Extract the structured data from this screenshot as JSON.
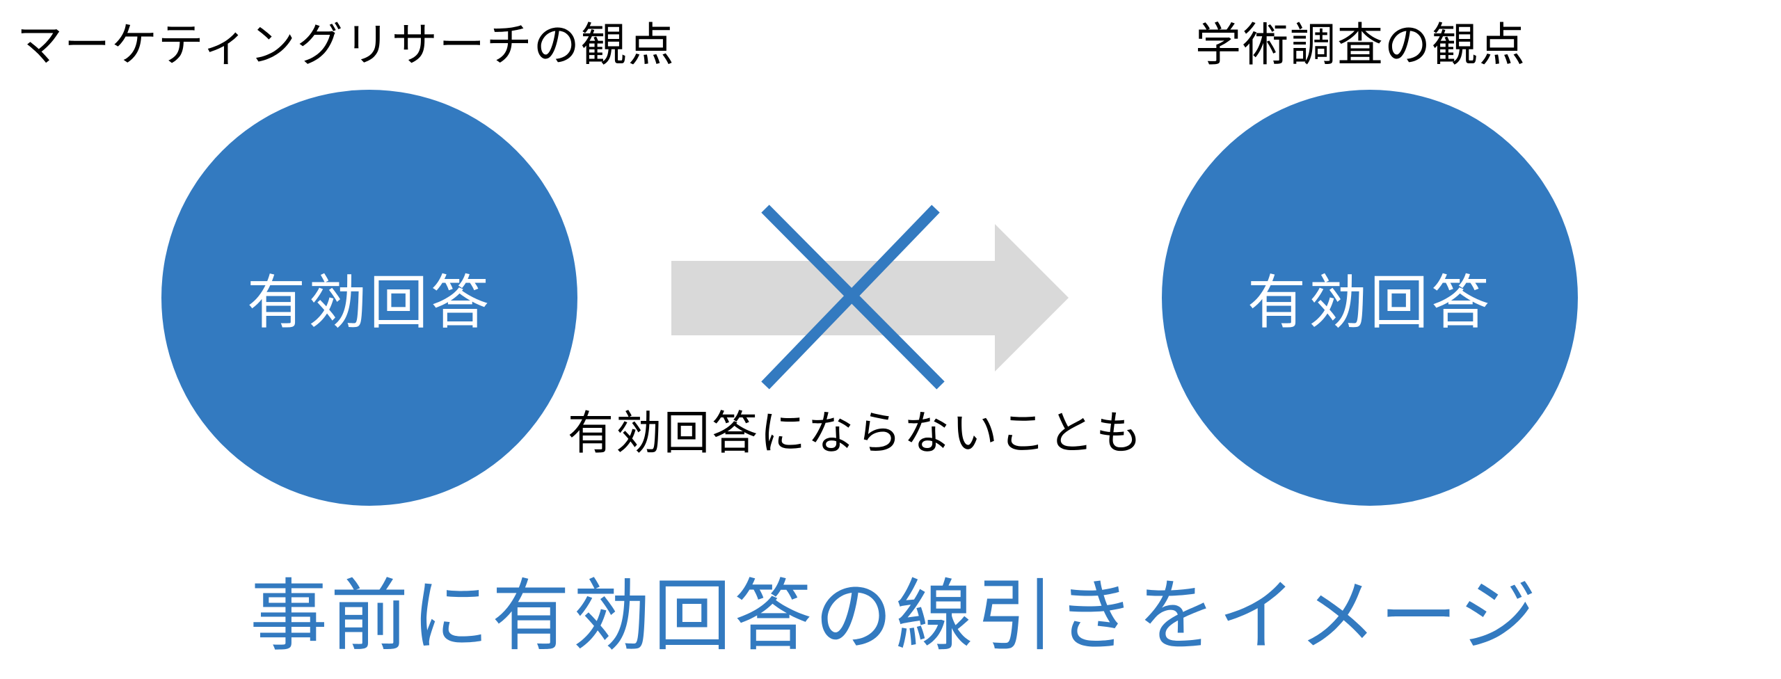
{
  "left_panel": {
    "heading": "マーケティングリサーチの観点",
    "circle_label": "有効回答"
  },
  "right_panel": {
    "heading": "学術調査の観点",
    "circle_label": "有効回答"
  },
  "middle": {
    "note": "有効回答にならないことも",
    "arrow_color": "#d9d9d9",
    "cross_color": "#337ac0"
  },
  "caption": {
    "text": "事前に有効回答の線引きをイメージ"
  },
  "colors": {
    "accent": "#337ac0",
    "arrow": "#d9d9d9",
    "text": "#000000"
  }
}
